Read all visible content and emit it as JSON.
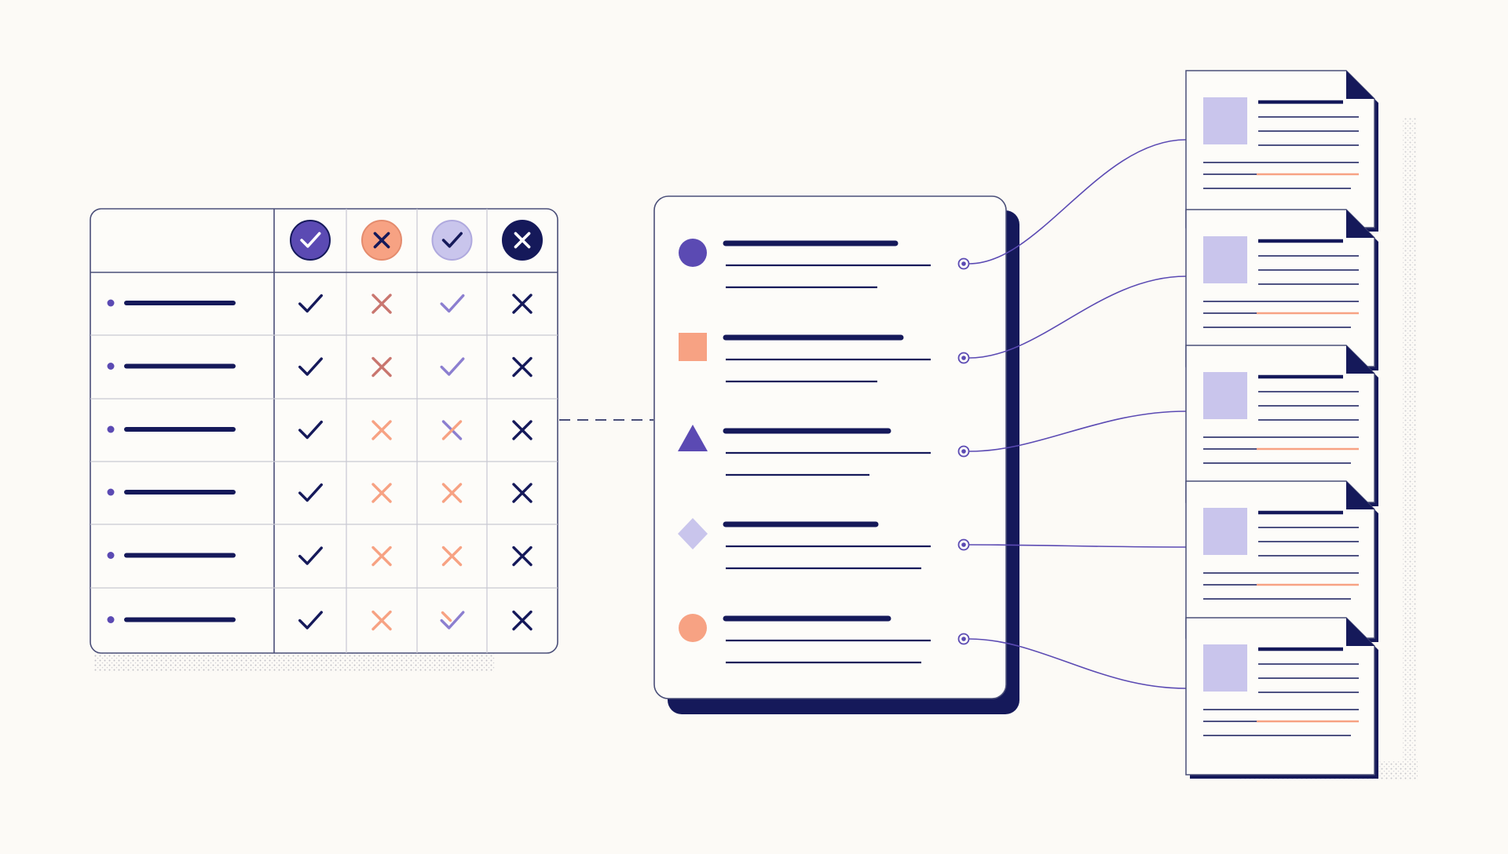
{
  "colors": {
    "background": "#FCFAF6",
    "navy": "#15195A",
    "purple": "#5B4AB3",
    "lavender": "#C9C5EC",
    "salmon": "#F7A283",
    "muted_red": "#C9766F",
    "soft_purple": "#8C7FD0",
    "grid_line": "#C8C8D2",
    "card": "#FDFCF9"
  },
  "matrix": {
    "header_icons": [
      "check-circle-purple",
      "x-circle-salmon",
      "check-circle-lavender",
      "x-circle-navy"
    ],
    "rows": [
      [
        "check-navy",
        "x-muted-red",
        "check-soft-purple",
        "x-navy"
      ],
      [
        "check-navy",
        "x-muted-red",
        "check-soft-purple",
        "x-navy"
      ],
      [
        "check-navy",
        "x-salmon",
        "x-mixed",
        "x-navy"
      ],
      [
        "check-navy",
        "x-salmon",
        "x-salmon",
        "x-navy"
      ],
      [
        "check-navy",
        "x-salmon",
        "x-salmon",
        "x-navy"
      ],
      [
        "check-navy",
        "x-salmon",
        "check-mixed",
        "x-navy"
      ]
    ]
  },
  "legend": {
    "items": [
      {
        "shape": "circle",
        "color": "#5B4AB3"
      },
      {
        "shape": "square",
        "color": "#F7A283"
      },
      {
        "shape": "triangle",
        "color": "#5B4AB3"
      },
      {
        "shape": "diamond",
        "color": "#C9C5EC"
      },
      {
        "shape": "circle",
        "color": "#F7A283"
      }
    ]
  },
  "documents": {
    "count": 5,
    "icon": "document-icon"
  },
  "connections": {
    "matrix_to_legend": "dashed-connector",
    "legend_to_documents": "curved-connectors"
  }
}
